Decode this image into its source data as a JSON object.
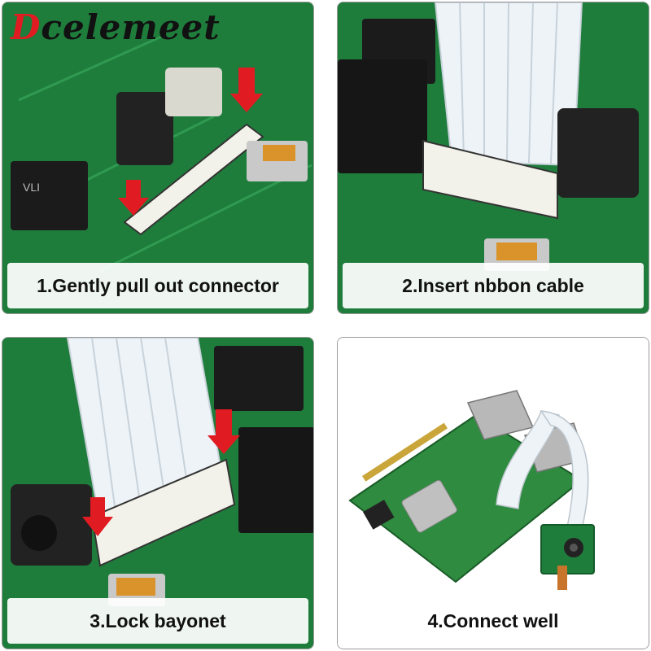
{
  "brand": {
    "first_letter": "D",
    "rest": "celemeet"
  },
  "steps": [
    {
      "caption": "1.Gently pull out connector"
    },
    {
      "caption": "2.Insert nbbon cable"
    },
    {
      "caption": "3.Lock bayonet"
    },
    {
      "caption": "4.Connect well"
    }
  ],
  "colors": {
    "pcb": "#1d7a3a",
    "arrow": "#e01b22",
    "cable": "#eef3f7",
    "connector": "#f0f0ea"
  }
}
